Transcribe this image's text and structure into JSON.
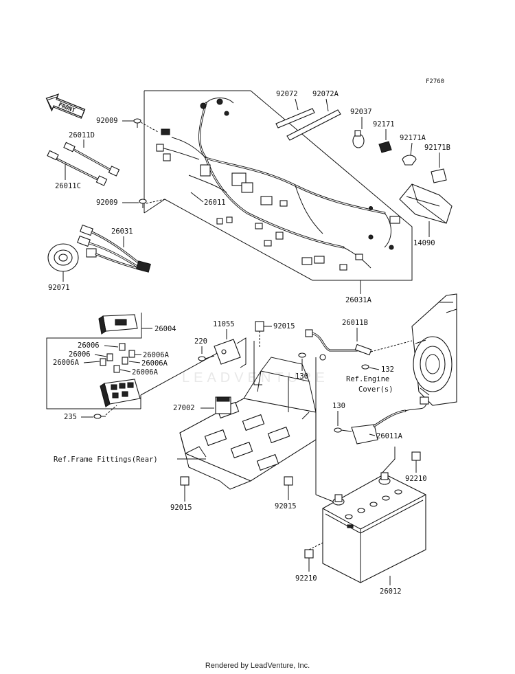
{
  "drawing_id": "F2760",
  "front_label": "FRONT",
  "watermark": "LEADVENTURE",
  "footer": "Rendered by LeadVenture, Inc.",
  "callouts": {
    "p92072": "92072",
    "p92072A": "92072A",
    "p92037": "92037",
    "p92171": "92171",
    "p92171A": "92171A",
    "p92171B": "92171B",
    "p14090": "14090",
    "p92009a": "92009",
    "p92009b": "92009",
    "p26011D": "26011D",
    "p26011C": "26011C",
    "p26011": "26011",
    "p26031": "26031",
    "p92071": "92071",
    "p26031A": "26031A",
    "p26004": "26004",
    "p26006a": "26006",
    "p26006b": "26006",
    "p26006Aa": "26006A",
    "p26006Ab": "26006A",
    "p26006Ac": "26006A",
    "p26006Ad": "26006A",
    "p235": "235",
    "p11055": "11055",
    "p92015a": "92015",
    "p92015b": "92015",
    "p92015c": "92015",
    "p220": "220",
    "p27002": "27002",
    "p26011B": "26011B",
    "p130a": "130",
    "p130b": "130",
    "p132": "132",
    "p26011A": "26011A",
    "p92210a": "92210",
    "p92210b": "92210",
    "p26012": "26012"
  },
  "references": {
    "engine_cover_1": "Ref.Engine",
    "engine_cover_2": "Cover(s)",
    "frame_fittings": "Ref.Frame Fittings(Rear)"
  }
}
